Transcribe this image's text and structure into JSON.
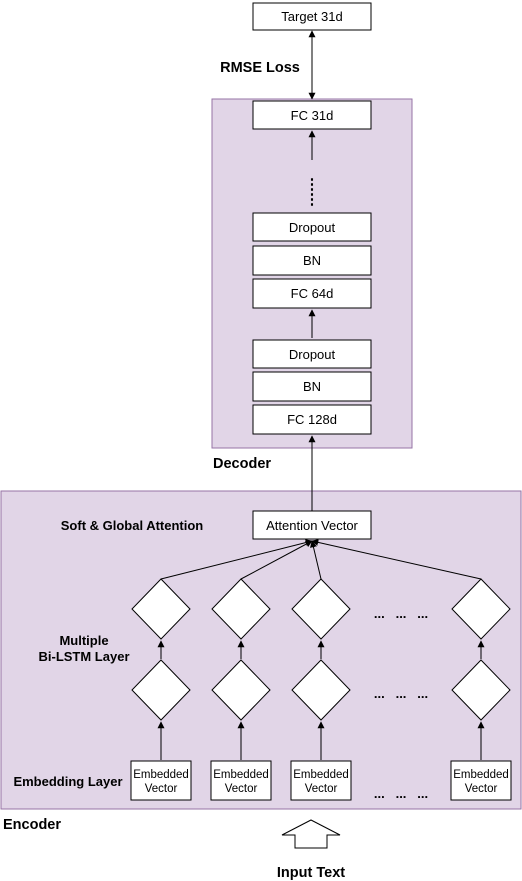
{
  "colors": {
    "region_fill": "#e1d5e7",
    "region_stroke": "#9673a6",
    "box_fill": "#ffffff",
    "stroke": "#000000"
  },
  "decoder": {
    "label": "Decoder",
    "fc_top": "FC 31d",
    "vertical_dots": "⋮",
    "dropout_1": "Dropout",
    "bn_1": "BN",
    "fc_64": "FC 64d",
    "dropout_2": "Dropout",
    "bn_2": "BN",
    "fc_128": "FC 128d"
  },
  "target": {
    "label": "Target 31d"
  },
  "loss": {
    "label": "RMSE Loss"
  },
  "encoder": {
    "label": "Encoder",
    "attention_label": "Soft & Global Attention",
    "attention_vector": "Attention Vector",
    "bilstm_label_1": "Multiple",
    "bilstm_label_2": "Bi-LSTM Layer",
    "embedding_label": "Embedding Layer",
    "embedded_line1": "Embedded",
    "embedded_line2": "Vector",
    "ellipsis": "...   ...   ..."
  },
  "input": {
    "label": "Input Text"
  }
}
